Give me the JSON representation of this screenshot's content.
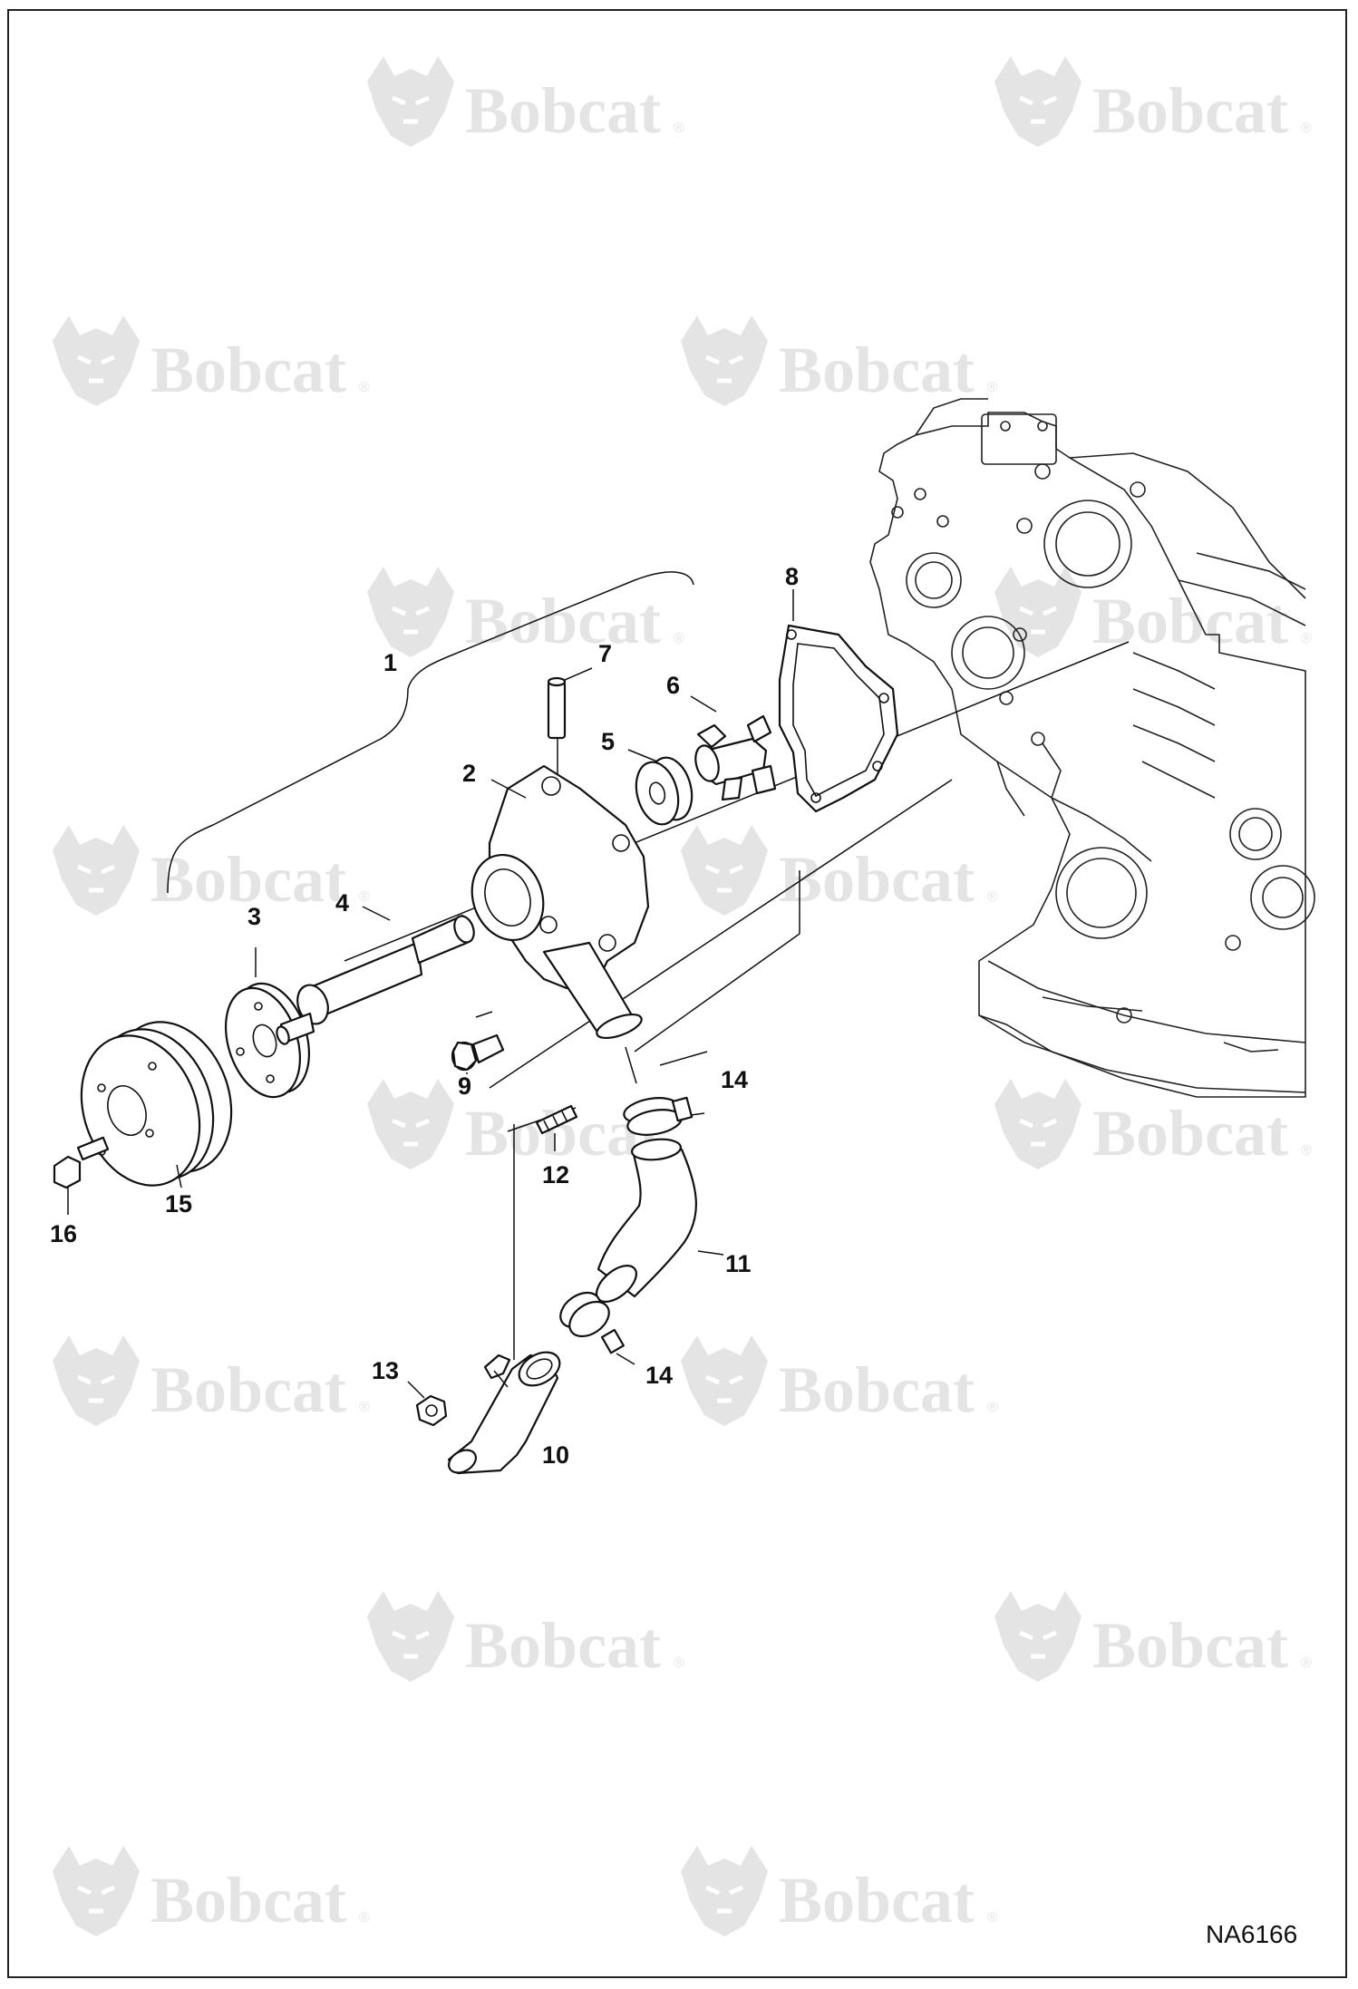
{
  "watermark": {
    "brand": "Bobcat",
    "reg_mark": "®",
    "logo_icon": "bobcat-head-icon"
  },
  "figure_id": "NA6166",
  "callouts": [
    {
      "id": "c1",
      "label": "1"
    },
    {
      "id": "c2",
      "label": "2"
    },
    {
      "id": "c3",
      "label": "3"
    },
    {
      "id": "c4",
      "label": "4"
    },
    {
      "id": "c5",
      "label": "5"
    },
    {
      "id": "c6",
      "label": "6"
    },
    {
      "id": "c7",
      "label": "7"
    },
    {
      "id": "c8",
      "label": "8"
    },
    {
      "id": "c9",
      "label": "9"
    },
    {
      "id": "c10",
      "label": "10"
    },
    {
      "id": "c11",
      "label": "11"
    },
    {
      "id": "c12",
      "label": "12"
    },
    {
      "id": "c13",
      "label": "13"
    },
    {
      "id": "c14a",
      "label": "14"
    },
    {
      "id": "c14b",
      "label": "14"
    },
    {
      "id": "c15",
      "label": "15"
    },
    {
      "id": "c16",
      "label": "16"
    }
  ]
}
